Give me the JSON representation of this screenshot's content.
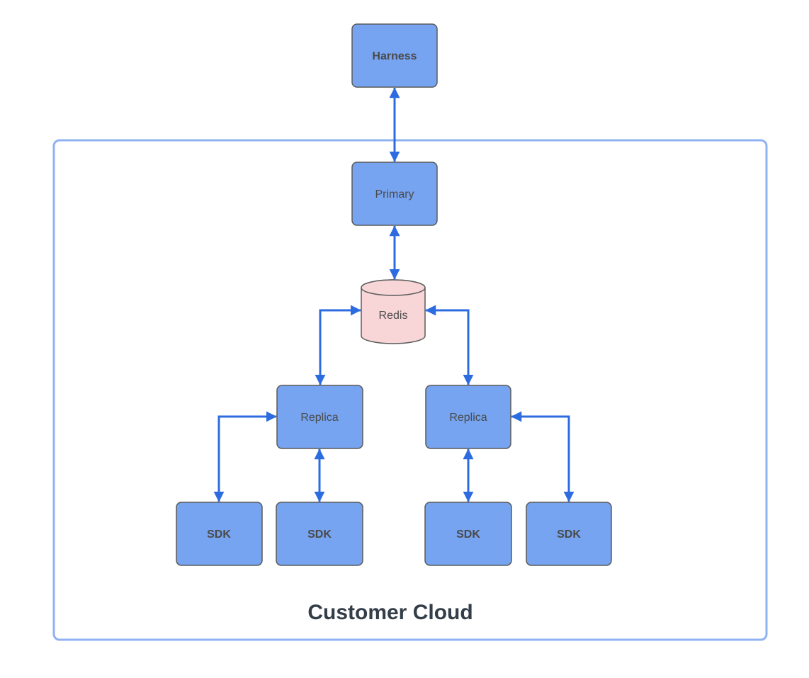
{
  "diagram": {
    "boundary": {
      "label": "Customer Cloud"
    },
    "nodes": {
      "harness": {
        "label": "Harness",
        "shape": "rect",
        "inside_boundary": false
      },
      "primary": {
        "label": "Primary",
        "shape": "rect",
        "inside_boundary": true
      },
      "redis": {
        "label": "Redis",
        "shape": "cylinder",
        "inside_boundary": true
      },
      "replica_left": {
        "label": "Replica",
        "shape": "rect",
        "inside_boundary": true
      },
      "replica_right": {
        "label": "Replica",
        "shape": "rect",
        "inside_boundary": true
      },
      "sdk_outer_left": {
        "label": "SDK",
        "shape": "rect",
        "inside_boundary": true
      },
      "sdk_inner_left": {
        "label": "SDK",
        "shape": "rect",
        "inside_boundary": true
      },
      "sdk_inner_right": {
        "label": "SDK",
        "shape": "rect",
        "inside_boundary": true
      },
      "sdk_outer_right": {
        "label": "SDK",
        "shape": "rect",
        "inside_boundary": true
      }
    },
    "edges": [
      {
        "from": "harness",
        "to": "primary",
        "direction": "bidirectional",
        "style": "straight"
      },
      {
        "from": "primary",
        "to": "redis",
        "direction": "bidirectional",
        "style": "straight"
      },
      {
        "from": "redis",
        "to": "replica_left",
        "direction": "bidirectional",
        "style": "elbow"
      },
      {
        "from": "redis",
        "to": "replica_right",
        "direction": "bidirectional",
        "style": "elbow"
      },
      {
        "from": "replica_left",
        "to": "sdk_outer_left",
        "direction": "bidirectional",
        "style": "elbow"
      },
      {
        "from": "replica_left",
        "to": "sdk_inner_left",
        "direction": "bidirectional",
        "style": "straight"
      },
      {
        "from": "replica_right",
        "to": "sdk_inner_right",
        "direction": "bidirectional",
        "style": "straight"
      },
      {
        "from": "replica_right",
        "to": "sdk_outer_right",
        "direction": "bidirectional",
        "style": "elbow"
      }
    ],
    "colors": {
      "node_fill": "#76a4f0",
      "node_stroke": "#5b5b5b",
      "redis_fill": "#f8d6d8",
      "arrow": "#2d6ce0",
      "boundary_stroke": "#90b2f2",
      "node_label": "#4a4a4a",
      "boundary_label": "#333e48",
      "background": "#ffffff"
    }
  }
}
